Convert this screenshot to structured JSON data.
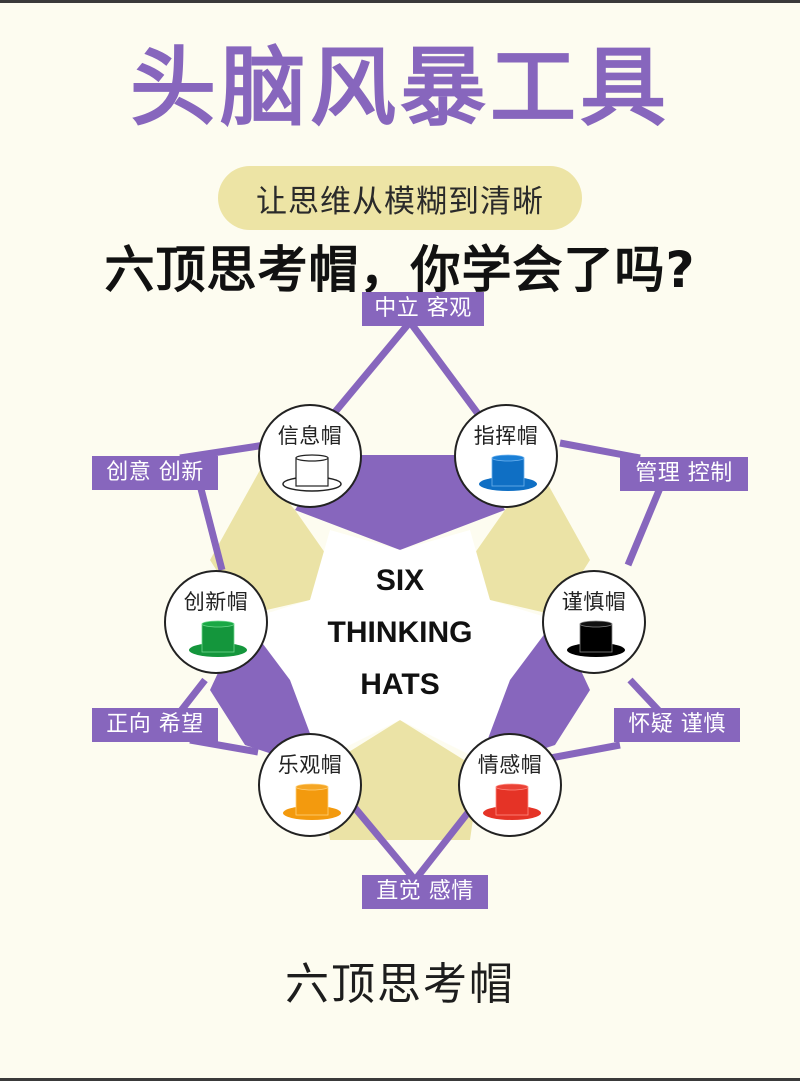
{
  "title": "头脑风暴工具",
  "subtitle": "让思维从模糊到清晰",
  "headline": "六顶思考帽，你学会了吗?",
  "center": {
    "line1": "SIX",
    "line2": "THINKING",
    "line3": "HATS"
  },
  "hats": [
    {
      "id": "information",
      "label": "信息帽",
      "color": "#ffffff",
      "outline": "#222222",
      "position": "top-left"
    },
    {
      "id": "control",
      "label": "指挥帽",
      "color": "#0f6fc4",
      "outline": "#0a5aa3",
      "position": "top-right"
    },
    {
      "id": "creativity",
      "label": "创新帽",
      "color": "#14963c",
      "outline": "#0e7a30",
      "position": "middle-left"
    },
    {
      "id": "caution",
      "label": "谨慎帽",
      "color": "#000000",
      "outline": "#000000",
      "position": "middle-right"
    },
    {
      "id": "optimism",
      "label": "乐观帽",
      "color": "#f39a0e",
      "outline": "#d9860a",
      "position": "bottom-left"
    },
    {
      "id": "emotion",
      "label": "情感帽",
      "color": "#e53326",
      "outline": "#c8281d",
      "position": "bottom-right"
    }
  ],
  "keywords": [
    {
      "id": "neutral",
      "label": "中立 客观",
      "position": "top"
    },
    {
      "id": "innovation",
      "label": "创意 创新",
      "position": "upper-left"
    },
    {
      "id": "management",
      "label": "管理 控制",
      "position": "upper-right"
    },
    {
      "id": "positive",
      "label": "正向 希望",
      "position": "lower-left"
    },
    {
      "id": "doubt",
      "label": "怀疑 谨慎",
      "position": "lower-right"
    },
    {
      "id": "intuition",
      "label": "直觉 感情",
      "position": "bottom"
    }
  ],
  "caption": "六顶思考帽",
  "colors": {
    "background": "#fdfcf0",
    "accent_purple": "#8766bd",
    "accent_yellow": "#ede4a5",
    "text_dark": "#111111"
  }
}
